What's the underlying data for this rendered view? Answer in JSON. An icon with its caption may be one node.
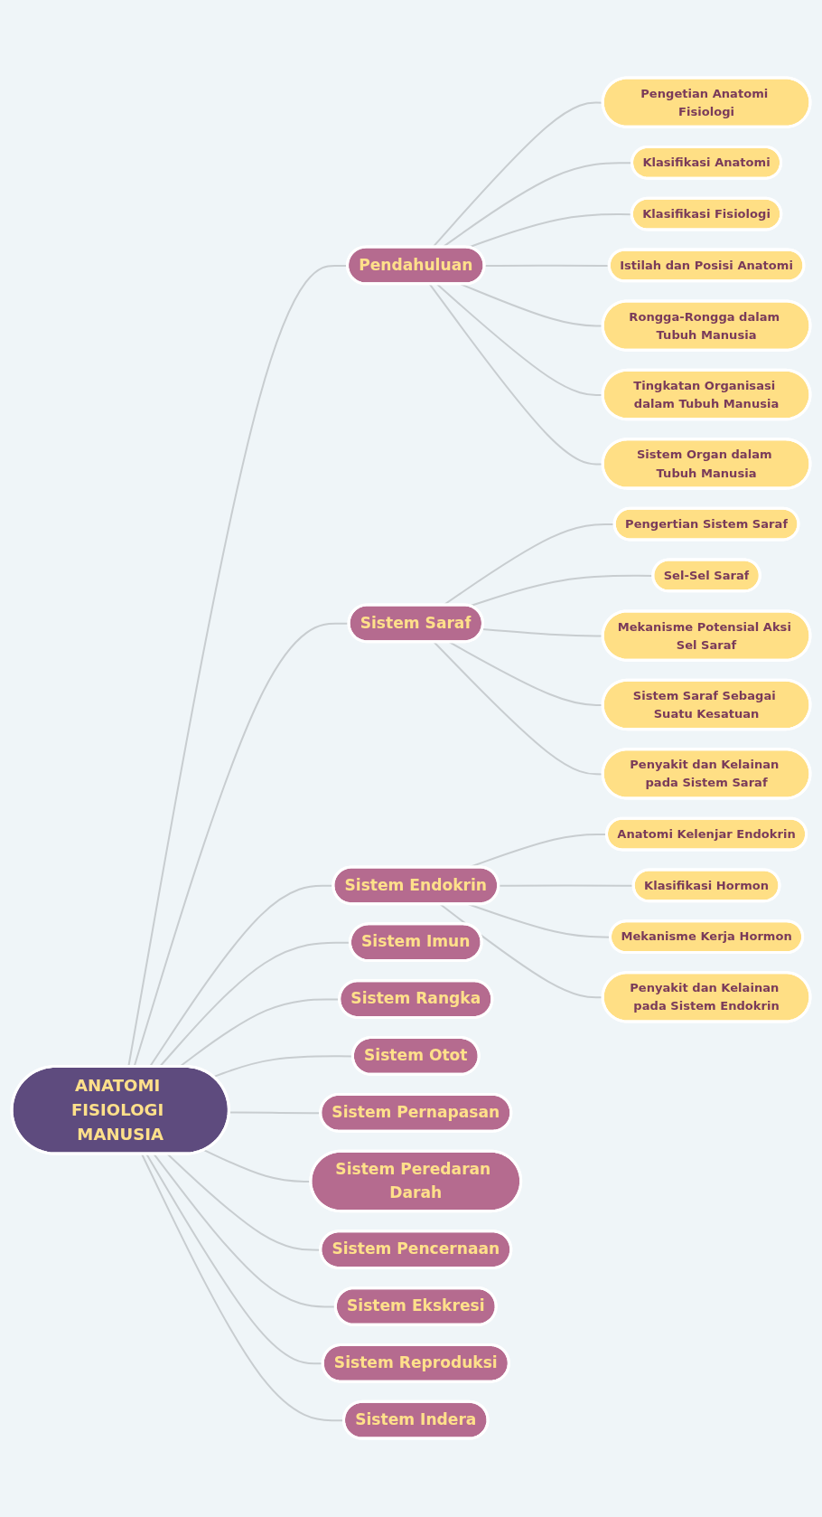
{
  "diagram": {
    "nodes": [
      {
        "text": [
          "ANATOMI FISIOLOGI MANUSIA"
        ]
      },
      {
        "text": [
          "Pendahuluan"
        ]
      },
      {
        "text": [
          "Pengetian Anatomi Fisiologi"
        ]
      },
      {
        "text": [
          "Klasifikasi Anatomi"
        ]
      },
      {
        "text": [
          "Klasifikasi Fisiologi"
        ]
      },
      {
        "text": [
          "Istilah dan Posisi Anatomi"
        ]
      },
      {
        "text": [
          "Rongga-Rongga dalam Tubuh Manusia"
        ]
      },
      {
        "text": [
          "Tingkatan Organisasi dalam Tubuh Manusia"
        ]
      },
      {
        "text": [
          "Sistem Organ dalam Tubuh Manusia"
        ]
      },
      {
        "text": [
          "Sistem Saraf"
        ]
      },
      {
        "text": [
          "Pengertian Sistem Saraf"
        ]
      },
      {
        "text": [
          "Sel-Sel Saraf"
        ]
      },
      {
        "text": [
          "Mekanisme Potensial Aksi Sel Saraf"
        ]
      },
      {
        "text": [
          "Sistem Saraf Sebagai Suatu Kesatuan"
        ]
      },
      {
        "text": [
          "Penyakit dan Kelainan pada Sistem Saraf"
        ]
      },
      {
        "text": [
          "Sistem Endokrin"
        ]
      },
      {
        "text": [
          "Anatomi Kelenjar Endokrin"
        ]
      },
      {
        "text": [
          "Klasifikasi Hormon"
        ]
      },
      {
        "text": [
          "Mekanisme Kerja Hormon"
        ]
      },
      {
        "text": [
          "Penyakit dan Kelainan pada Sistem Endokrin"
        ]
      },
      {
        "text": [
          "Sistem Imun"
        ]
      },
      {
        "text": [
          "Sistem Rangka"
        ]
      },
      {
        "text": [
          "Sistem Otot"
        ]
      },
      {
        "text": [
          "Sistem Pernapasan"
        ]
      },
      {
        "text": [
          "Sistem Peredaran Darah"
        ]
      },
      {
        "text": [
          "Sistem Pencernaan"
        ]
      },
      {
        "text": [
          "Sistem Ekskresi"
        ]
      },
      {
        "text": [
          "Sistem Reproduksi"
        ]
      },
      {
        "text": [
          "Sistem Indera"
        ]
      }
    ],
    "edges": [
      {
        "from": 0,
        "to": 1,
        "arrow": "none"
      },
      {
        "from": 1,
        "to": 2,
        "arrow": "none"
      },
      {
        "from": 1,
        "to": 3,
        "arrow": "none"
      },
      {
        "from": 1,
        "to": 4,
        "arrow": "none"
      },
      {
        "from": 1,
        "to": 5,
        "arrow": "none"
      },
      {
        "from": 1,
        "to": 6,
        "arrow": "none"
      },
      {
        "from": 1,
        "to": 7,
        "arrow": "none"
      },
      {
        "from": 1,
        "to": 8,
        "arrow": "none"
      },
      {
        "from": 0,
        "to": 9,
        "arrow": "none"
      },
      {
        "from": 9,
        "to": 10,
        "arrow": "none"
      },
      {
        "from": 9,
        "to": 11,
        "arrow": "none"
      },
      {
        "from": 9,
        "to": 12,
        "arrow": "none"
      },
      {
        "from": 9,
        "to": 13,
        "arrow": "none"
      },
      {
        "from": 9,
        "to": 14,
        "arrow": "none"
      },
      {
        "from": 0,
        "to": 15,
        "arrow": "none"
      },
      {
        "from": 15,
        "to": 16,
        "arrow": "none"
      },
      {
        "from": 15,
        "to": 17,
        "arrow": "none"
      },
      {
        "from": 15,
        "to": 18,
        "arrow": "none"
      },
      {
        "from": 15,
        "to": 19,
        "arrow": "none"
      },
      {
        "from": 0,
        "to": 20,
        "arrow": "none"
      },
      {
        "from": 0,
        "to": 21,
        "arrow": "none"
      },
      {
        "from": 0,
        "to": 22,
        "arrow": "none"
      },
      {
        "from": 0,
        "to": 23,
        "arrow": "none"
      },
      {
        "from": 0,
        "to": 24,
        "arrow": "none"
      },
      {
        "from": 0,
        "to": 25,
        "arrow": "none"
      },
      {
        "from": 0,
        "to": 26,
        "arrow": "none"
      },
      {
        "from": 0,
        "to": 27,
        "arrow": "none"
      },
      {
        "from": 0,
        "to": 28,
        "arrow": "none"
      }
    ]
  }
}
